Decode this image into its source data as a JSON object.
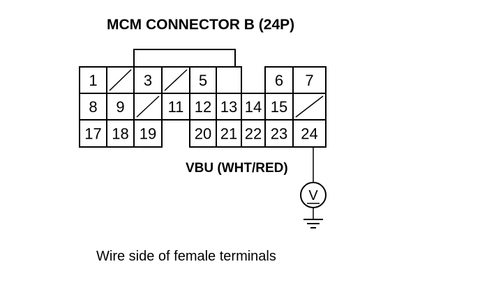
{
  "title": "MCM CONNECTOR B (24P)",
  "connector": {
    "rows": [
      [
        "1",
        "",
        "3",
        "",
        "5",
        null,
        null,
        "6",
        "7"
      ],
      [
        "8",
        "9",
        "",
        "11",
        "12",
        "13",
        "14",
        "15",
        ""
      ],
      [
        "17",
        "18",
        "19",
        null,
        "20",
        "21",
        "22",
        "23",
        "24"
      ]
    ]
  },
  "probe": {
    "wire_label": "VBU (WHT/RED)",
    "meter_symbol": "V",
    "pin": "24"
  },
  "caption": "Wire side of female terminals"
}
